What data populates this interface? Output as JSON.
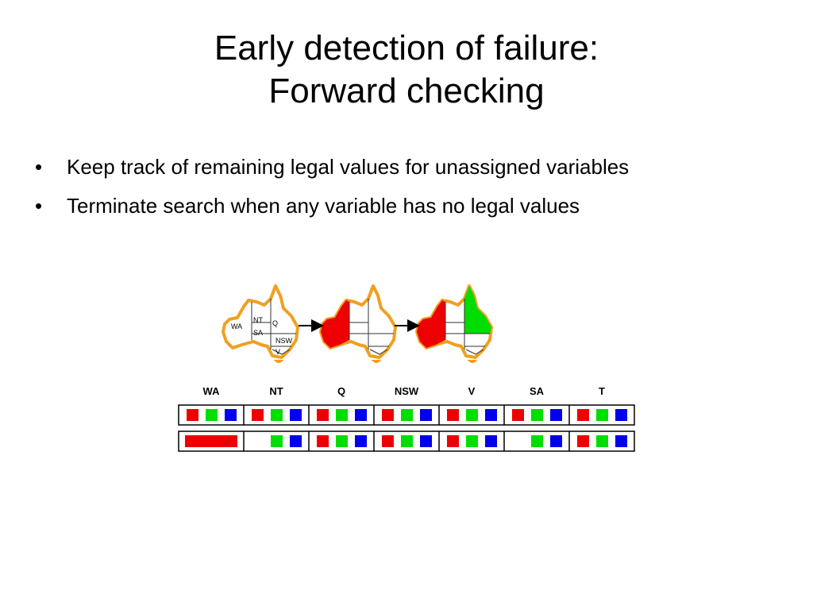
{
  "slide": {
    "title_line1": "Early detection of failure:",
    "title_line2": "Forward checking",
    "bullets": [
      "Keep track of remaining legal values for unassigned variables",
      "Terminate search when any variable has no legal values"
    ]
  },
  "colors": {
    "red": "#ee0000",
    "green": "#00dd00",
    "blue": "#0000ee",
    "map_outline": "#f0a020"
  },
  "diagram": {
    "map_region_labels": [
      "WA",
      "NT",
      "Q",
      "SA",
      "NSW",
      "V"
    ],
    "maps": [
      {
        "name": "initial",
        "colored": []
      },
      {
        "name": "wa-red",
        "colored": [
          {
            "region": "WA",
            "color": "red"
          }
        ]
      },
      {
        "name": "wa-red-q-green",
        "colored": [
          {
            "region": "WA",
            "color": "red"
          },
          {
            "region": "Q",
            "color": "green"
          }
        ]
      }
    ],
    "variables": [
      "WA",
      "NT",
      "Q",
      "NSW",
      "V",
      "SA",
      "T"
    ],
    "domain_rows": [
      [
        [
          "red",
          "green",
          "blue"
        ],
        [
          "red",
          "green",
          "blue"
        ],
        [
          "red",
          "green",
          "blue"
        ],
        [
          "red",
          "green",
          "blue"
        ],
        [
          "red",
          "green",
          "blue"
        ],
        [
          "red",
          "green",
          "blue"
        ],
        [
          "red",
          "green",
          "blue"
        ]
      ],
      [
        [
          "red"
        ],
        [
          "green",
          "blue"
        ],
        [
          "red",
          "green",
          "blue"
        ],
        [
          "red",
          "green",
          "blue"
        ],
        [
          "red",
          "green",
          "blue"
        ],
        [
          "green",
          "blue"
        ],
        [
          "red",
          "green",
          "blue"
        ]
      ]
    ]
  }
}
